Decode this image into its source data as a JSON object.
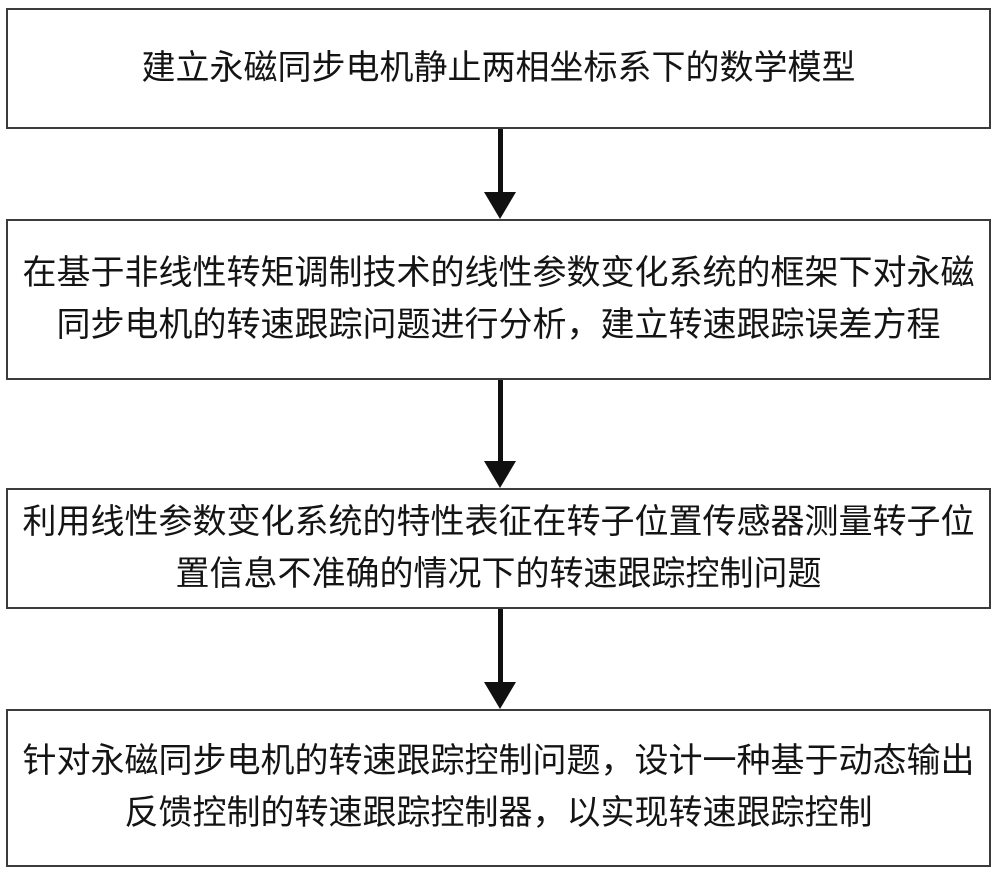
{
  "flowchart": {
    "steps": [
      {
        "text": "建立永磁同步电机静止两相坐标系下的数学模型"
      },
      {
        "text": "在基于非线性转矩调制技术的线性参数变化系统的框架下对永磁同步电机的转速跟踪问题进行分析，建立转速跟踪误差方程"
      },
      {
        "text": "利用线性参数变化系统的特性表征在转子位置传感器测量转子位置信息不准确的情况下的转速跟踪控制问题"
      },
      {
        "text": "针对永磁同步电机的转速跟踪控制问题，设计一种基于动态输出反馈控制的转速跟踪控制器，以实现转速跟踪控制"
      }
    ],
    "colors": {
      "background": "#ffffff",
      "border": "#3b3b3b",
      "text": "#141414",
      "arrow": "#101010"
    }
  }
}
